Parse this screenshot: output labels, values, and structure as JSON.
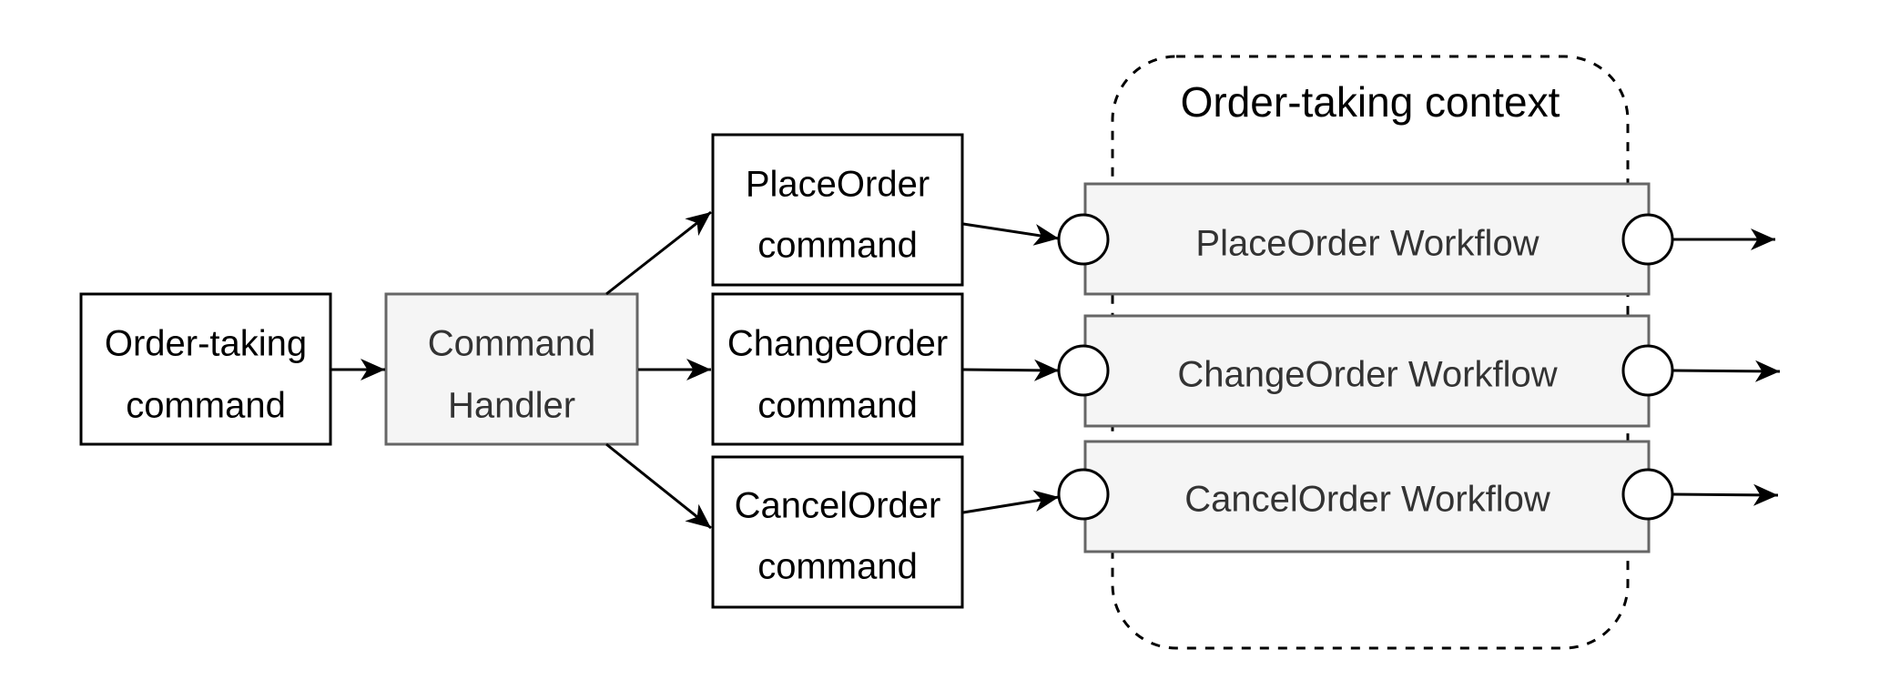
{
  "diagram": {
    "context": {
      "label": "Order-taking context"
    },
    "input": {
      "line1": "Order-taking",
      "line2": "command"
    },
    "handler": {
      "line1": "Command",
      "line2": "Handler"
    },
    "commands": [
      {
        "line1": "PlaceOrder",
        "line2": "command"
      },
      {
        "line1": "ChangeOrder",
        "line2": "command"
      },
      {
        "line1": "CancelOrder",
        "line2": "command"
      }
    ],
    "workflows": [
      {
        "label": "PlaceOrder Workflow"
      },
      {
        "label": "ChangeOrder Workflow"
      },
      {
        "label": "CancelOrder Workflow"
      }
    ]
  }
}
